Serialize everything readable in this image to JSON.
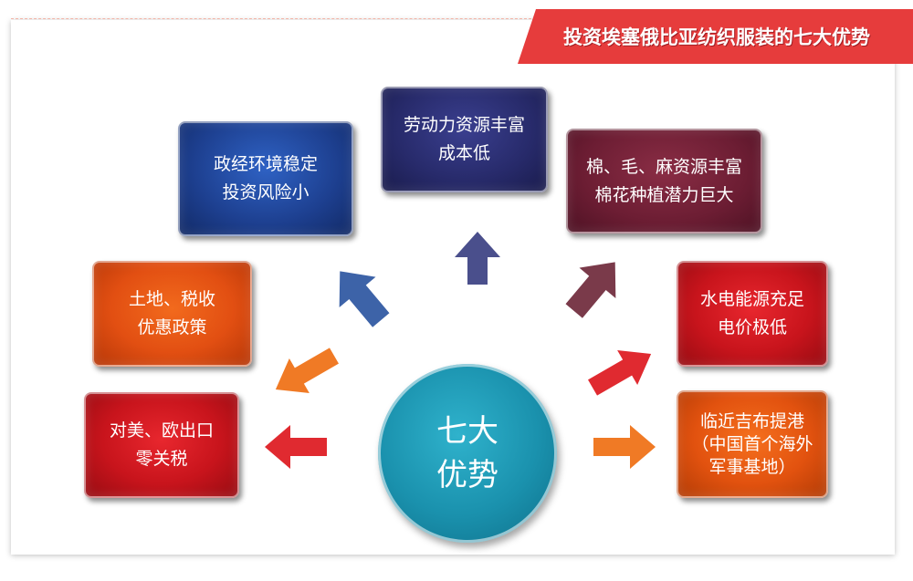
{
  "title": "投资埃塞俄比亚纺织服装的七大优势",
  "center": {
    "line1": "七大",
    "line2": "优势"
  },
  "boxes": {
    "politics": {
      "line1": "政经环境稳定",
      "line2": "投资风险小"
    },
    "labor": {
      "line1": "劳动力资源丰富",
      "line2": "成本低"
    },
    "cotton": {
      "line1": "棉、毛、麻资源丰富",
      "line2": "棉花种植潜力巨大"
    },
    "land": {
      "line1": "土地、税收",
      "line2": "优惠政策"
    },
    "water": {
      "line1": "水电能源充足",
      "line2": "电价极低"
    },
    "export": {
      "line1": "对美、欧出口",
      "line2": "零关税"
    },
    "port": {
      "line1": "临近吉布提港",
      "line2": "（中国首个海外",
      "line3": "军事基地）"
    }
  },
  "colors": {
    "ribbon": "#e63c3c",
    "politics": "#1d3f8f",
    "labor": "#272a6a",
    "cotton": "#6c1d33",
    "land": "#e24f12",
    "water": "#c8141c",
    "export": "#c8141c",
    "port": "#e2520f",
    "center": "#1a91ad",
    "arrow_blue": "#3d63a8",
    "arrow_indigo": "#4a4f8c",
    "arrow_maroon": "#7a3a4a",
    "arrow_orange": "#f07a25",
    "arrow_red": "#e02a30"
  }
}
